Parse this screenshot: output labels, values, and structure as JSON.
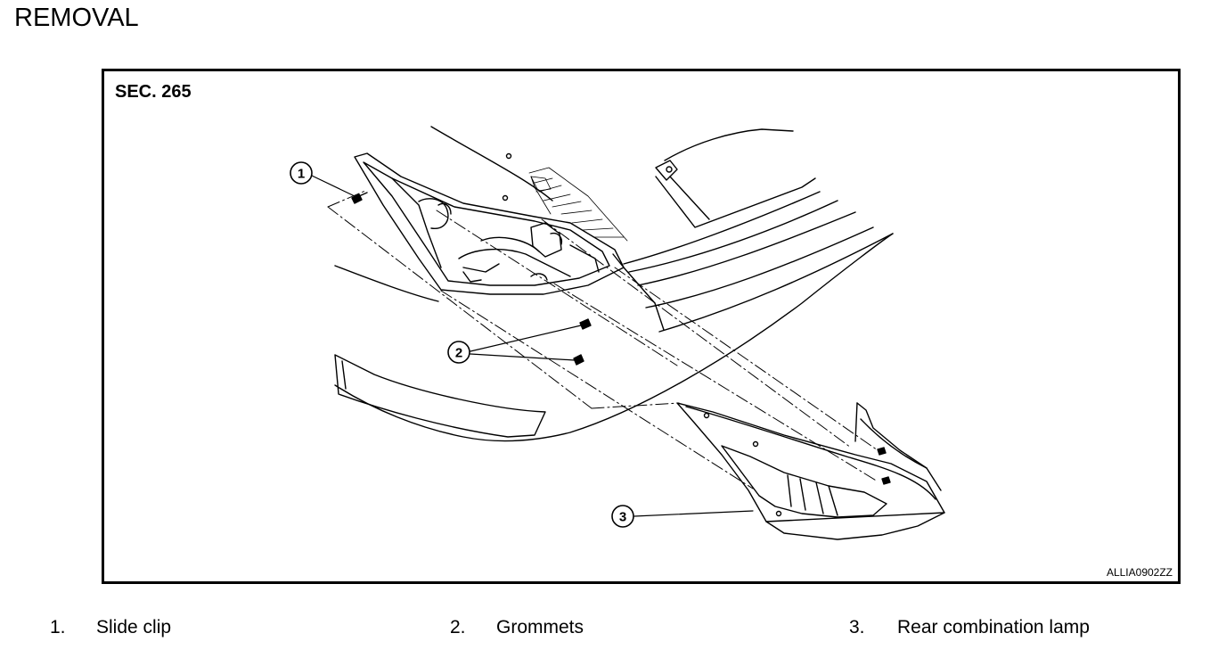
{
  "heading": "REMOVAL",
  "figure": {
    "section": "SEC. 265",
    "figure_id": "ALLIA0902ZZ",
    "callouts": [
      {
        "number": "1"
      },
      {
        "number": "2"
      },
      {
        "number": "3"
      }
    ]
  },
  "legend": [
    {
      "number": "1.",
      "label": "Slide clip"
    },
    {
      "number": "2.",
      "label": "Grommets"
    },
    {
      "number": "3.",
      "label": "Rear combination lamp"
    }
  ]
}
